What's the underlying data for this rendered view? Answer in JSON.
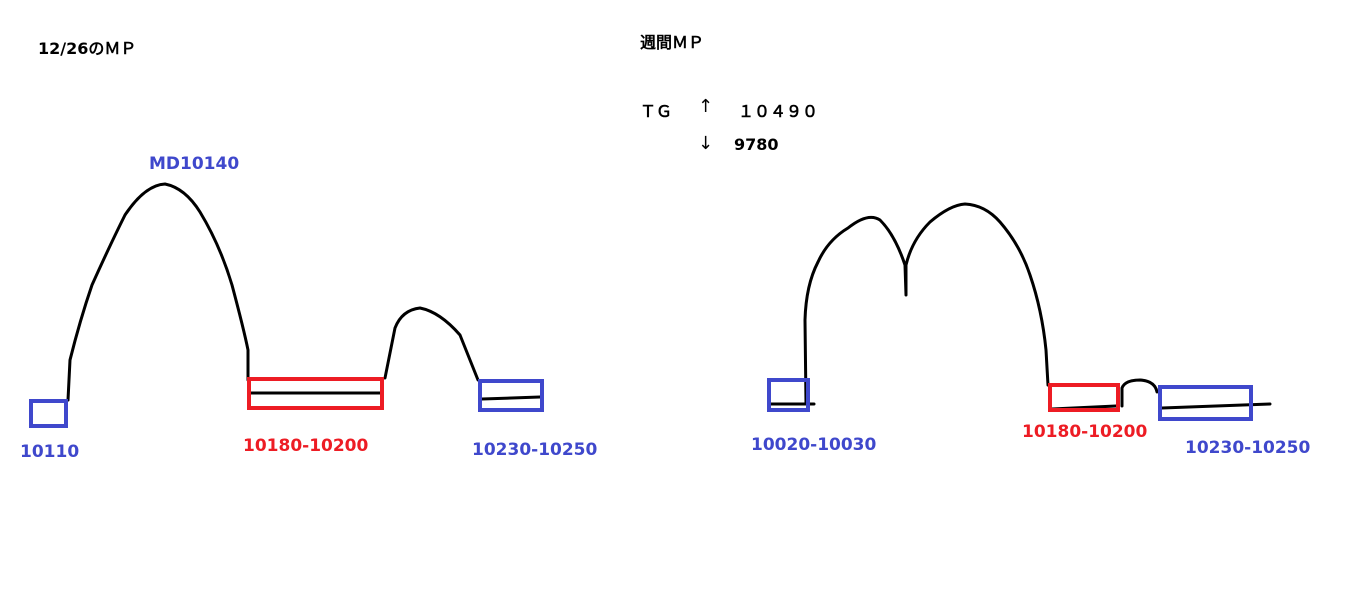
{
  "left_panel": {
    "title": "12/26のＭＰ",
    "peak_label": "MD10140",
    "labels": [
      "10110",
      "10180-10200",
      "10230-10250"
    ]
  },
  "right_panel": {
    "title": "週間ＭＰ",
    "tg_label": "ＴＧ",
    "up_arrow": "↑",
    "up_value": "１０４９０",
    "down_arrow": "↓",
    "down_value": "9780",
    "labels": [
      "10020-10030",
      "10180-10200",
      "10230-10250"
    ]
  },
  "colors": {
    "blue": "#3f48cc",
    "red": "#ed1c24",
    "line": "#000000"
  }
}
